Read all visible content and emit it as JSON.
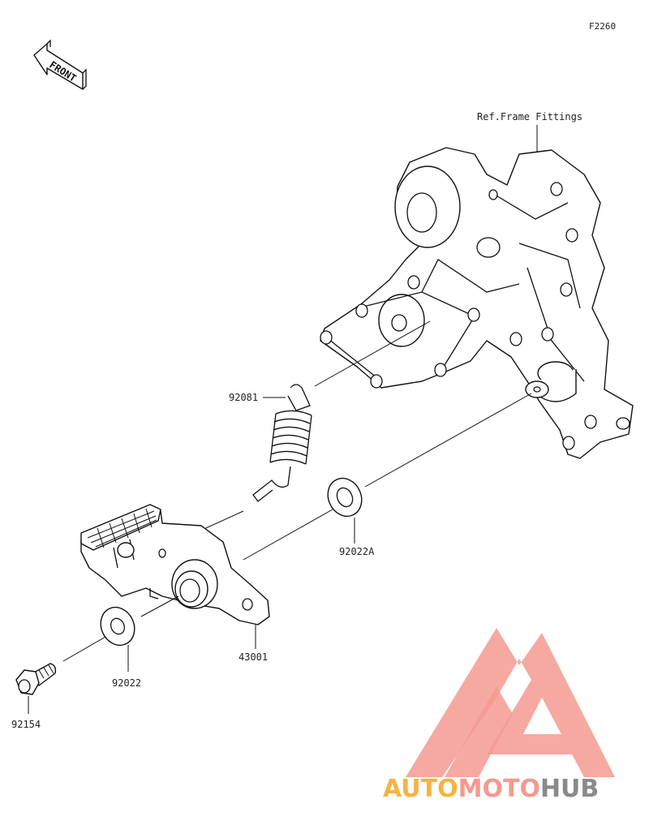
{
  "figure_id": "F2260",
  "front_label": "FRONT",
  "reference_label": "Ref.Frame Fittings",
  "parts": [
    {
      "number": "92081",
      "name": "spring"
    },
    {
      "number": "92022A",
      "name": "washer"
    },
    {
      "number": "43001",
      "name": "brake-pedal"
    },
    {
      "number": "92022",
      "name": "washer"
    },
    {
      "number": "92154",
      "name": "bolt"
    }
  ],
  "watermark": {
    "part1": "AUTO",
    "part2": "MOTO",
    "part3": "HUB",
    "color_primary": "#f39a90",
    "color_secondary": "#f6b342",
    "color_tertiary": "#8a8a8a"
  }
}
